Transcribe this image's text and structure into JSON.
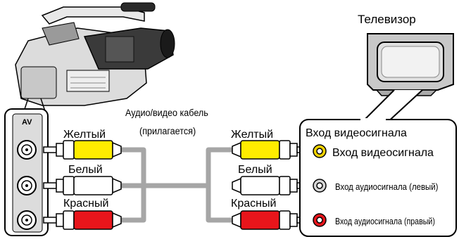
{
  "tv": {
    "label": "Телевизор"
  },
  "cable": {
    "label_line1": "Аудио/видео кабель",
    "label_line2": "(прилагается)"
  },
  "camera": {
    "jack_label": "AV"
  },
  "plugs_left": [
    {
      "label": "Желтый",
      "color": "#ffec00"
    },
    {
      "label": "Белый",
      "color": "#ffffff"
    },
    {
      "label": "Красный",
      "color": "#e8151b"
    }
  ],
  "plugs_right": [
    {
      "label": "Желтый",
      "color": "#ffec00"
    },
    {
      "label": "Белый",
      "color": "#ffffff"
    },
    {
      "label": "Красный",
      "color": "#e8151b"
    }
  ],
  "tv_panel": {
    "title": "Вход видеосигнала",
    "inputs": [
      {
        "label": "Вход видеосигнала",
        "color": "#f0d200"
      },
      {
        "label": "Вход аудиосигнала (левый)",
        "color": "#bdbdbd"
      },
      {
        "label": "Вход аудиосигнала (правый)",
        "color": "#e8151b"
      }
    ]
  },
  "colors": {
    "cable": "#a6a6a6",
    "outline": "#000000"
  }
}
